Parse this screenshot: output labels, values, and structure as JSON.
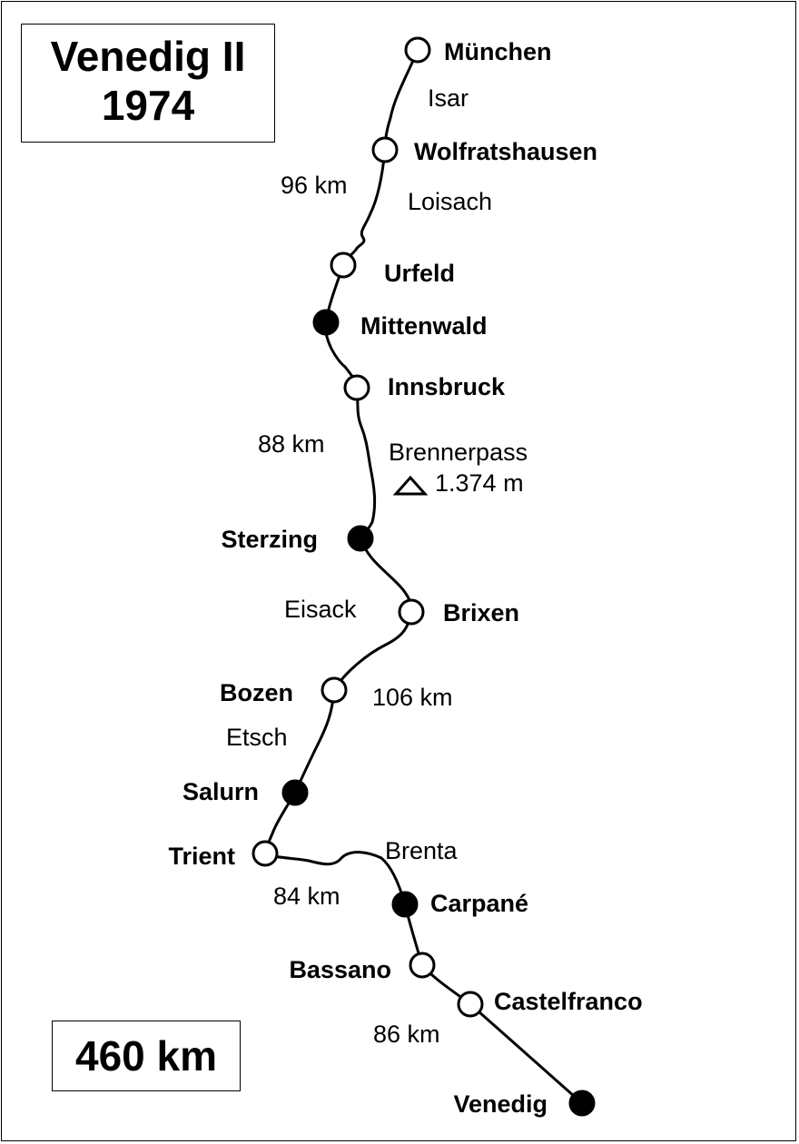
{
  "title": {
    "line1": "Venedig II",
    "line2": "1974"
  },
  "total_distance": "460 km",
  "stops": [
    {
      "name": "München",
      "filled": false
    },
    {
      "name": "Wolfratshausen",
      "filled": false
    },
    {
      "name": "Urfeld",
      "filled": false
    },
    {
      "name": "Mittenwald",
      "filled": true
    },
    {
      "name": "Innsbruck",
      "filled": false
    },
    {
      "name": "Sterzing",
      "filled": true
    },
    {
      "name": "Brixen",
      "filled": false
    },
    {
      "name": "Bozen",
      "filled": false
    },
    {
      "name": "Salurn",
      "filled": true
    },
    {
      "name": "Trient",
      "filled": false
    },
    {
      "name": "Carpané",
      "filled": true
    },
    {
      "name": "Bassano",
      "filled": false
    },
    {
      "name": "Castelfranco",
      "filled": false
    },
    {
      "name": "Venedig",
      "filled": true
    }
  ],
  "rivers": [
    "Isar",
    "Loisach",
    "Eisack",
    "Etsch",
    "Brenta"
  ],
  "segment_distances": [
    "96 km",
    "88 km",
    "106 km",
    "84 km",
    "86 km"
  ],
  "pass": {
    "name": "Brennerpass",
    "elevation": "1.374 m",
    "icon": "mountain-pass-triangle-icon"
  },
  "colors": {
    "line": "#000000",
    "stop_filled": "#000000",
    "stop_open": "#ffffff",
    "background": "#ffffff"
  }
}
